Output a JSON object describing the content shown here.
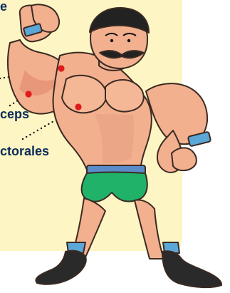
{
  "labels": {
    "top": "e",
    "middle": "ceps",
    "bottom": "ctorales"
  },
  "colors": {
    "panel_bg": "#fdf5c3",
    "label_text": "#0a2c5b",
    "marker": "#e11b1b",
    "dotted_line": "#111111",
    "skin": "#f2b08f",
    "skin_shadow": "#e48f74",
    "wristband": "#5aa7d8",
    "trunks": "#21b26a",
    "trunks_belt": "#5a8cc9",
    "boots": "#2a2a2a"
  }
}
